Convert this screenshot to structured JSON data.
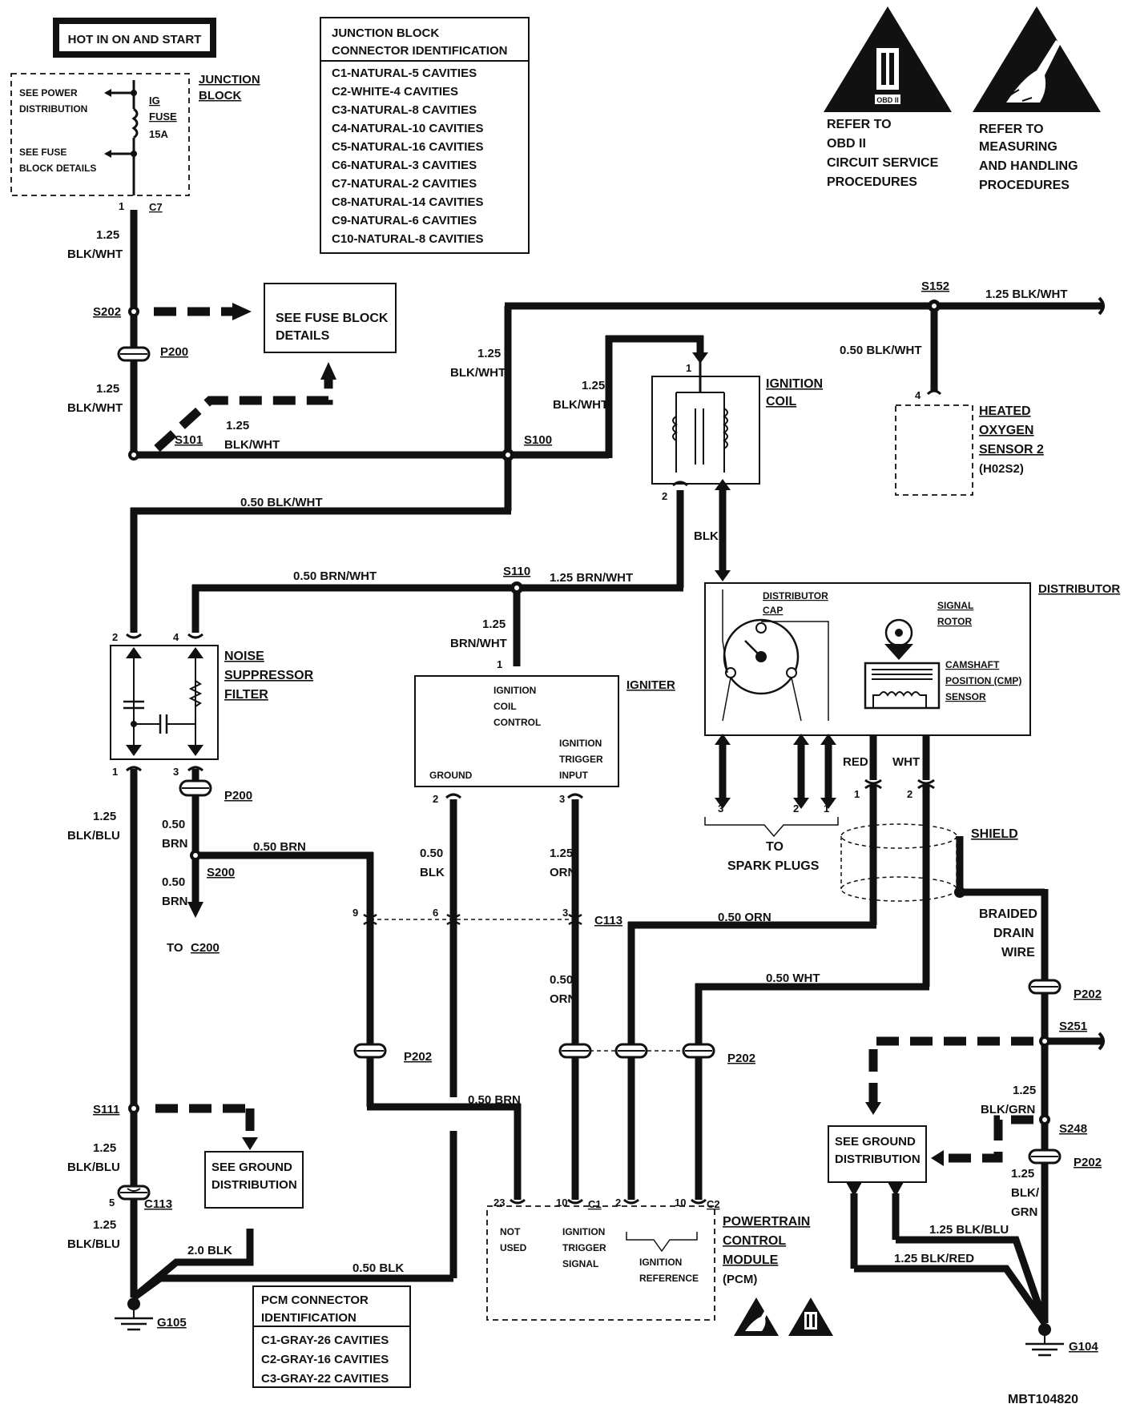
{
  "hot_box": "HOT IN ON AND START",
  "junction_block": {
    "title": [
      "JUNCTION",
      "BLOCK"
    ],
    "see_power": [
      "SEE POWER",
      "DISTRIBUTION"
    ],
    "see_fuse": [
      "SEE FUSE",
      "BLOCK DETAILS"
    ],
    "fuse": [
      "IG",
      "FUSE",
      "15A"
    ],
    "pin": "1",
    "connector": "C7"
  },
  "jb_table": {
    "title": [
      "JUNCTION BLOCK",
      "CONNECTOR IDENTIFICATION"
    ],
    "rows": [
      "C1-NATURAL-5 CAVITIES",
      "C2-WHITE-4 CAVITIES",
      "C3-NATURAL-8 CAVITIES",
      "C4-NATURAL-10 CAVITIES",
      "C5-NATURAL-16 CAVITIES",
      "C6-NATURAL-3 CAVITIES",
      "C7-NATURAL-2 CAVITIES",
      "C8-NATURAL-14 CAVITIES",
      "C9-NATURAL-6 CAVITIES",
      "C10-NATURAL-8 CAVITIES"
    ]
  },
  "warnings": {
    "obd_text": [
      "REFER TO",
      "OBD II",
      "CIRCUIT SERVICE",
      "PROCEDURES"
    ],
    "obd_badge": "OBD II",
    "esd_text": [
      "REFER TO",
      "MEASURING",
      "AND HANDLING",
      "PROCEDURES"
    ]
  },
  "boxes": {
    "fuse_block": [
      "SEE FUSE BLOCK",
      "DETAILS"
    ],
    "ground_left": [
      "SEE GROUND",
      "DISTRIBUTION"
    ],
    "ground_right": [
      "SEE GROUND",
      "DISTRIBUTION"
    ]
  },
  "splices": {
    "s202": "S202",
    "s101": "S101",
    "s100": "S100",
    "s152": "S152",
    "s110": "S110",
    "s200": "S200",
    "s111": "S111",
    "s251": "S251",
    "s248": "S248"
  },
  "connectors": {
    "p200_top": "P200",
    "p200_mid": "P200",
    "p202_left": "P202",
    "p202_mid": "P202",
    "p202_right_top": "P202",
    "p202_right_low": "P202",
    "c113_mid": "C113",
    "c113_left": "C113",
    "c200": "C200"
  },
  "grounds": {
    "left": "G105",
    "right": "G104"
  },
  "wires": {
    "w_jb_out": [
      "1.25",
      "BLK/WHT"
    ],
    "w_p200_low": [
      "1.25",
      "BLK/WHT"
    ],
    "w_s101": [
      "1.25",
      "BLK/WHT"
    ],
    "w_s100_up": [
      "1.25",
      "BLK/WHT"
    ],
    "w_coil_feed": [
      "1.25",
      "BLK/WHT"
    ],
    "w_top_right": "1.25 BLK/WHT",
    "w_o2": "0.50 BLK/WHT",
    "w_nsf_feed": "0.50 BLK/WHT",
    "w_brn_wht_left": "0.50 BRN/WHT",
    "w_brn_wht_right": "1.25 BRN/WHT",
    "w_igniter_feed": [
      "1.25",
      "BRN/WHT"
    ],
    "w_blk_coil": "BLK",
    "w_nsf_out": [
      "1.25",
      "BLK/BLU"
    ],
    "w_nsf3_a": [
      "0.50",
      "BRN"
    ],
    "w_nsf3_b": [
      "0.50",
      "BRN"
    ],
    "w_brn_top": "0.50 BRN",
    "w_ign_gnd": [
      "0.50",
      "BLK"
    ],
    "w_ign_trig": [
      "1.25",
      "ORN"
    ],
    "w_orn_low": [
      "0.50",
      "ORN"
    ],
    "w_orn_h": "0.50 ORN",
    "w_wht_h": "0.50 WHT",
    "w_brn_low": "0.50 BRN",
    "w_s111_low": [
      "1.25",
      "BLK/BLU"
    ],
    "w_c113_low": [
      "1.25",
      "BLK/BLU"
    ],
    "w_2blk": "2.0 BLK",
    "w_050blk": "0.50 BLK",
    "w_red": "RED",
    "w_wht": "WHT",
    "w_blk_grn": [
      "1.25",
      "BLK/GRN"
    ],
    "w_blk_grn2": [
      "1.25",
      "BLK/",
      "GRN"
    ],
    "w_blk_blu_r": "1.25 BLK/BLU",
    "w_blk_red": "1.25 BLK/RED"
  },
  "components": {
    "ignition_coil": [
      "IGNITION",
      "COIL"
    ],
    "ho2s": [
      "HEATED",
      "OXYGEN",
      "SENSOR 2",
      "(H02S2)"
    ],
    "distributor": "DISTRIBUTOR",
    "dist_cap": [
      "DISTRIBUTOR",
      "CAP"
    ],
    "signal_rotor": [
      "SIGNAL",
      "ROTOR"
    ],
    "cmp": [
      "CAMSHAFT",
      "POSITION (CMP)",
      "SENSOR"
    ],
    "noise_filter": [
      "NOISE",
      "SUPPRESSOR",
      "FILTER"
    ],
    "igniter": "IGNITER",
    "igniter_coil_ctrl": [
      "IGNITION",
      "COIL",
      "CONTROL"
    ],
    "igniter_trigger": [
      "IGNITION",
      "TRIGGER",
      "INPUT"
    ],
    "igniter_ground": "GROUND",
    "spark_plugs": [
      "TO",
      "SPARK PLUGS"
    ],
    "shield": "SHIELD",
    "braided": [
      "BRAIDED",
      "DRAIN",
      "WIRE"
    ],
    "to_c200": "TO",
    "pcm": [
      "POWERTRAIN",
      "CONTROL",
      "MODULE",
      "(PCM)"
    ],
    "pcm_not_used": [
      "NOT",
      "USED"
    ],
    "pcm_trigger": [
      "IGNITION",
      "TRIGGER",
      "SIGNAL"
    ],
    "pcm_reference": [
      "IGNITION",
      "REFERENCE"
    ]
  },
  "pins": {
    "coil_1": "1",
    "coil_2": "2",
    "o2_4": "4",
    "nsf_2": "2",
    "nsf_4": "4",
    "nsf_1": "1",
    "nsf_3": "3",
    "ign_1": "1",
    "ign_2": "2",
    "ign_3": "3",
    "c113_9": "9",
    "c113_6": "6",
    "c113_3": "3",
    "sp_3": "3",
    "sp_2": "2",
    "sp_1": "1",
    "cmp_1": "1",
    "cmp_2": "2",
    "c113_5": "5",
    "pcm_23": "23",
    "pcm_10a": "10",
    "pcm_c1": "C1",
    "pcm_2": "2",
    "pcm_10b": "10",
    "pcm_c2": "C2"
  },
  "pcm_table": {
    "title": [
      "PCM CONNECTOR",
      "IDENTIFICATION"
    ],
    "rows": [
      "C1-GRAY-26 CAVITIES",
      "C2-GRAY-16 CAVITIES",
      "C3-GRAY-22 CAVITIES"
    ]
  },
  "doc_id": "MBT104820"
}
